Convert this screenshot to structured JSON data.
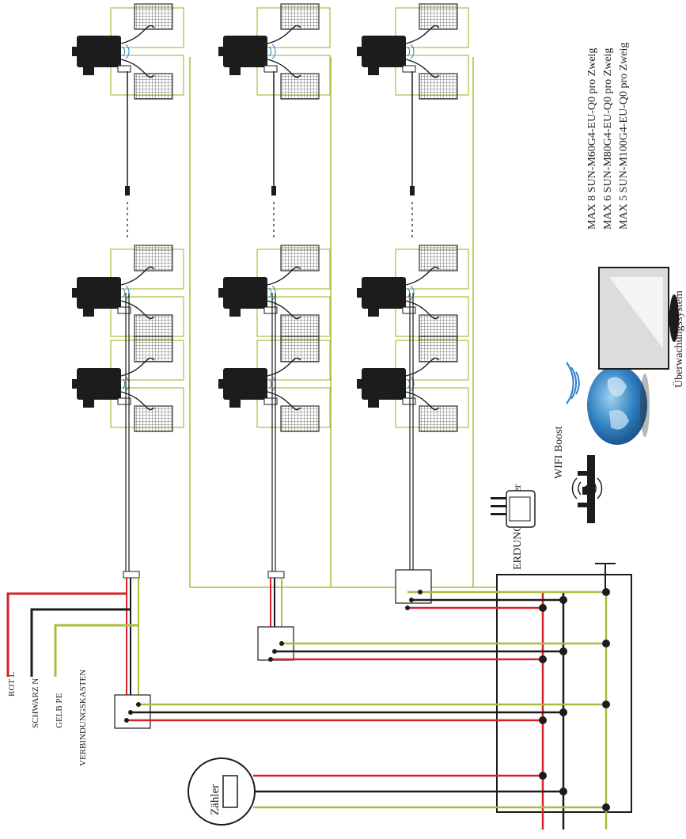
{
  "colors": {
    "red": "#d6202a",
    "black": "#1c1c1c",
    "green": "#a9bd3c",
    "panel_grid": "#555555",
    "globe": "#2f7fc0",
    "wifi": "#2a7fd0"
  },
  "labels": {
    "rot_l": "ROT L",
    "schwarz_n": "SCHWARZ N",
    "gelb_pe": "GELB PE",
    "verbindungskasten": "VERBINDUNGSKASTEN",
    "erdung": "ERDUNG",
    "router": "Router",
    "wifi_boost": "WIFI Boost",
    "ueberwachung": "Überwachungssystem",
    "zaehler": "Zähler"
  },
  "model_notes": [
    "MAX 8 SUN-M60G4-EU-Q0 pro Zweig",
    "MAX 6 SUN-M80G4-EU-Q0 pro Zweig",
    "MAX 5 SUN-M100G4-EU-Q0 pro Zweig"
  ],
  "icons": {
    "inverter": "microinverter-icon",
    "panel": "solar-panel-icon",
    "router": "router-icon",
    "booster": "wifi-booster-icon",
    "globe": "globe-icon",
    "monitor": "monitor-icon",
    "ground": "ground-icon"
  }
}
